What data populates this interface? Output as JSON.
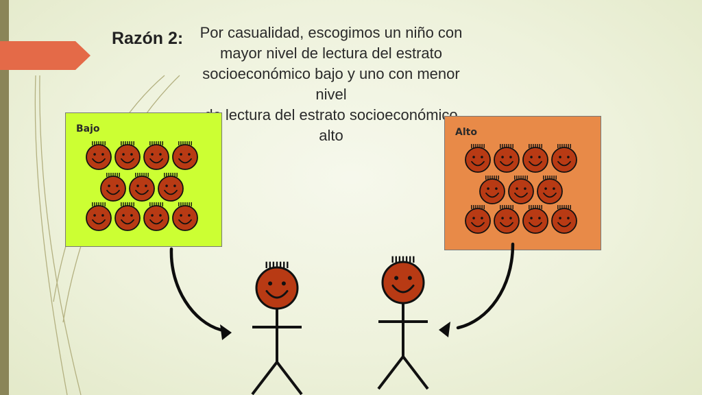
{
  "slide": {
    "heading": "Razón 2:",
    "text_lines": [
      "Por casualidad, escogimos un niño con",
      "mayor nivel de lectura del estrato",
      "socioeconómico bajo y uno con menor nivel",
      "de lectura del estrato socioeconómico alto"
    ]
  },
  "groups": {
    "low": {
      "label": "Bajo",
      "color": "#ccff33",
      "faces": 11
    },
    "high": {
      "label": "Alto",
      "color": "#e88a48",
      "faces": 11
    }
  },
  "colors": {
    "face": "#b83a14",
    "outline": "#111111",
    "accent_tab": "#e46a48",
    "sidebar": "#8a8558"
  },
  "icons": [
    "smiley-face-icon",
    "stick-figure-icon",
    "curved-arrow-icon"
  ]
}
